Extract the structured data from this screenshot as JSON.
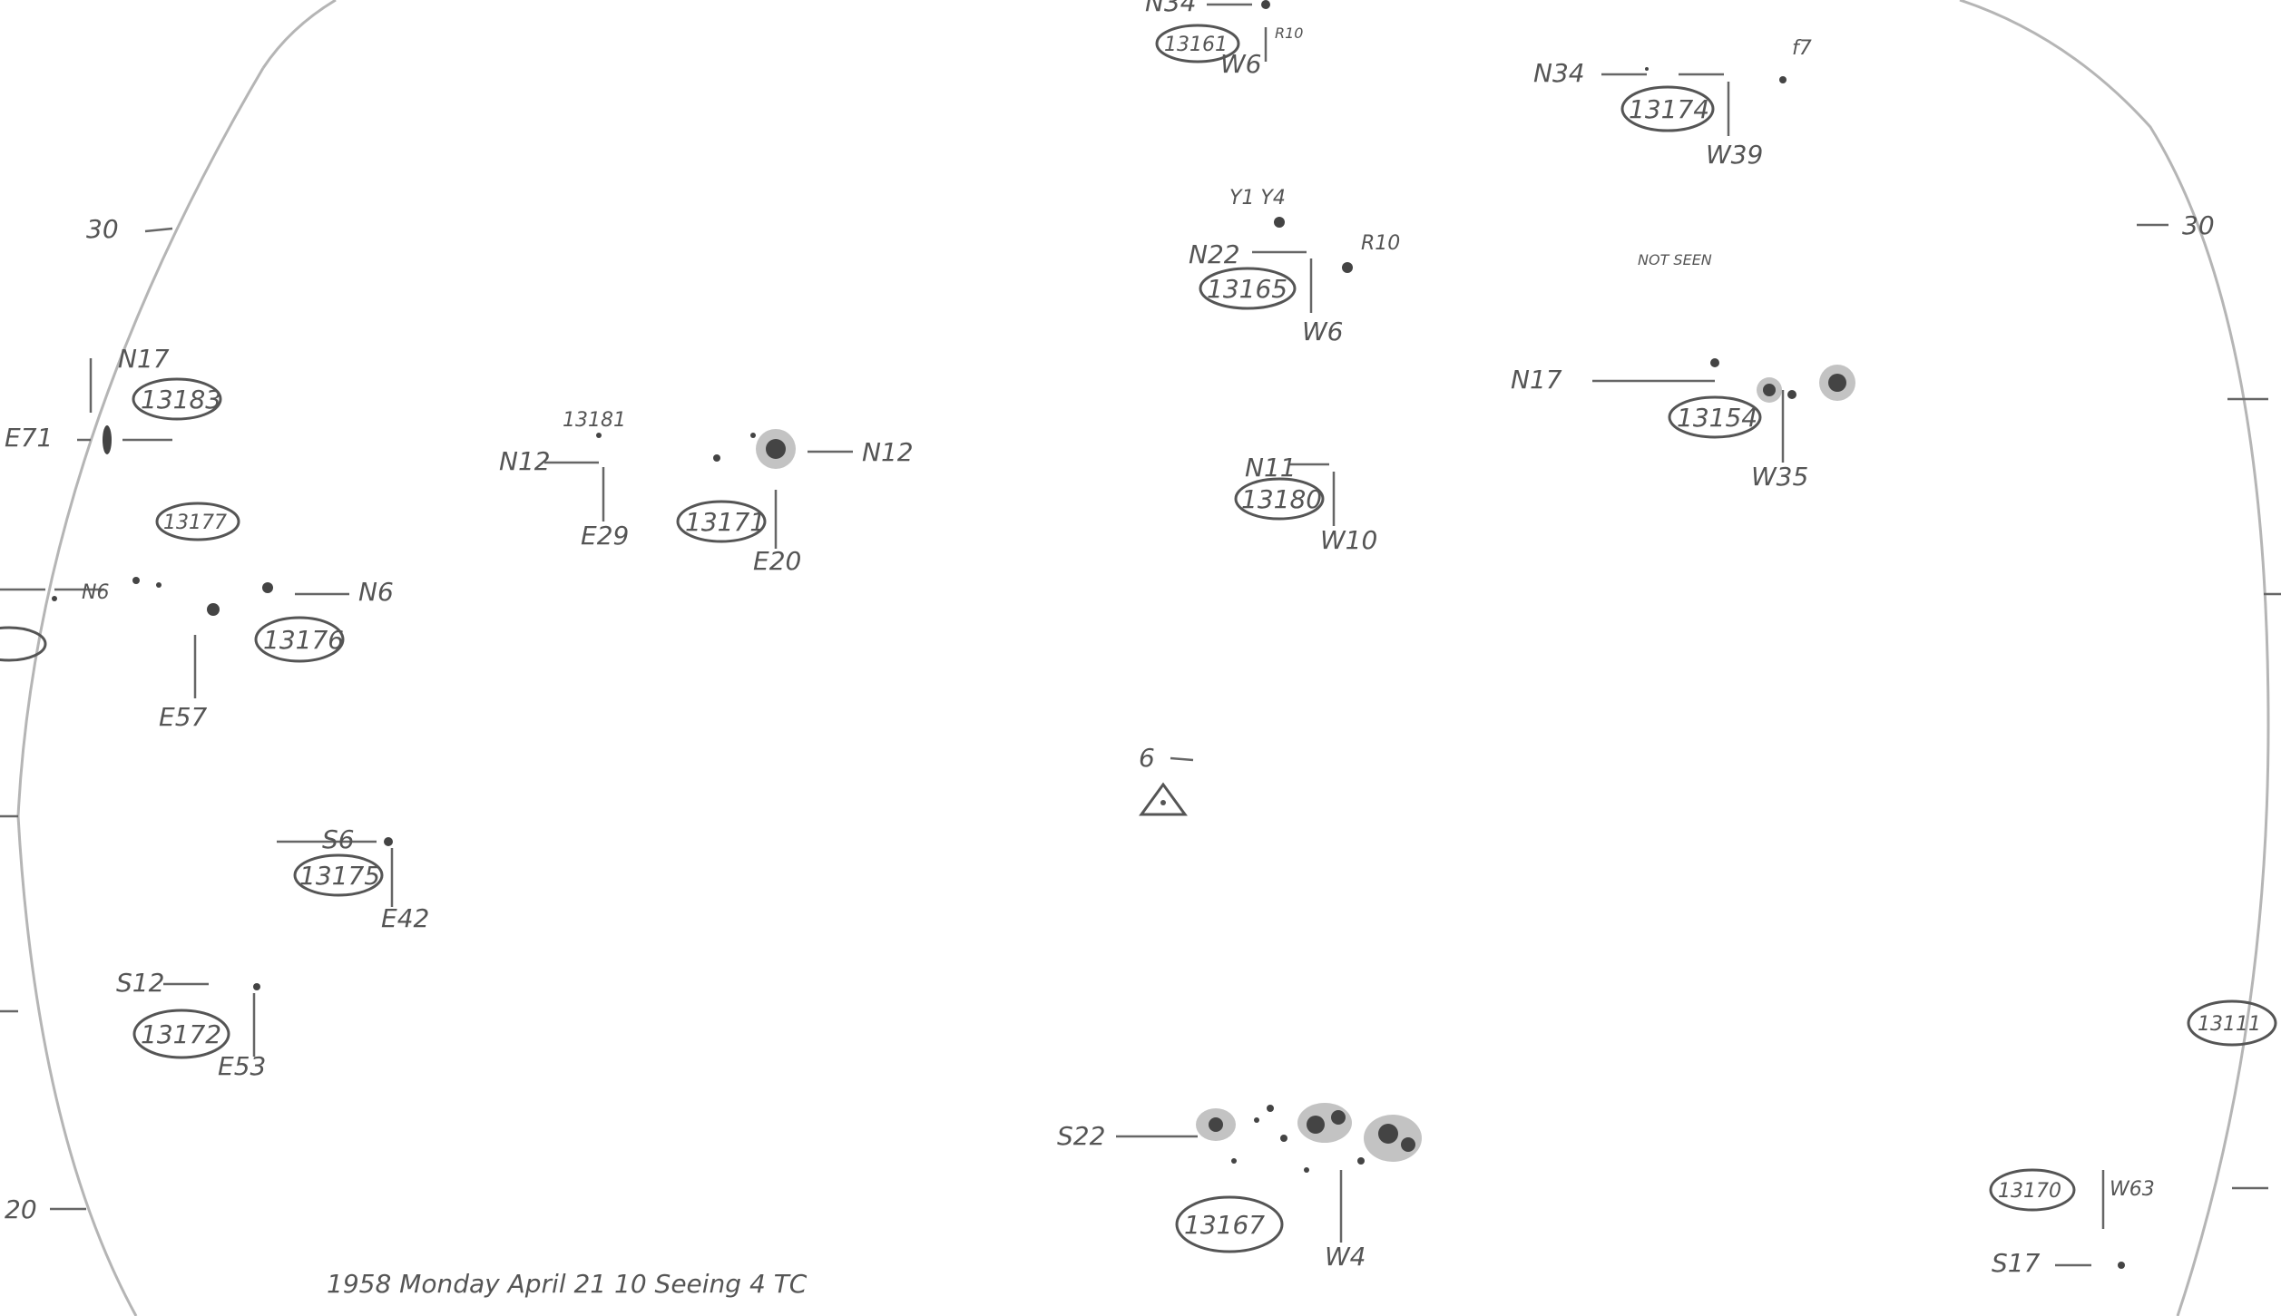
{
  "drawing": {
    "caption": "1958 Monday April 21 10 Seeing 4 TC",
    "lat_left_30": "30",
    "lat_right_30": "30",
    "lat_left_20": "20",
    "center_label": "6"
  },
  "colors": {
    "ink": "#555555",
    "spot": "#444444",
    "limb": "#b5b5b5",
    "background": "#ffffff"
  },
  "regions": [
    {
      "id": "13161",
      "lat": "N34",
      "lon": "W6",
      "extra": "R10"
    },
    {
      "id": "13174",
      "lat": "N34",
      "lon": "W39",
      "extra": "f7"
    },
    {
      "id": "13165",
      "lat": "N22",
      "lon": "W6",
      "extra": "R10",
      "note": "Y1 Y4"
    },
    {
      "id": "13154",
      "lat": "N17",
      "lon": "W35",
      "extra": "NOT SEEN"
    },
    {
      "id": "13180",
      "lat": "N11",
      "lon": "W10",
      "extra": ""
    },
    {
      "id": "13171",
      "lat": "N12",
      "lon": "E20",
      "extra": ""
    },
    {
      "id": "13181",
      "lat": "N12",
      "lon": "E29",
      "extra": ""
    },
    {
      "id": "13183",
      "lat": "N17",
      "lon": "E71",
      "extra": ""
    },
    {
      "id": "13177",
      "lat": "N6",
      "lon": "E57",
      "extra": ""
    },
    {
      "id": "13176",
      "lat": "N6",
      "lon": "E57",
      "extra": ""
    },
    {
      "id": "13175",
      "lat": "S6",
      "lon": "E42",
      "extra": ""
    },
    {
      "id": "13172",
      "lat": "S12",
      "lon": "E53",
      "extra": ""
    },
    {
      "id": "13167",
      "lat": "S22",
      "lon": "W4",
      "extra": ""
    },
    {
      "id": "13170",
      "lat": "S17",
      "lon": "W63",
      "extra": ""
    },
    {
      "id": "13111",
      "lat": "",
      "lon": "",
      "extra": ""
    }
  ]
}
